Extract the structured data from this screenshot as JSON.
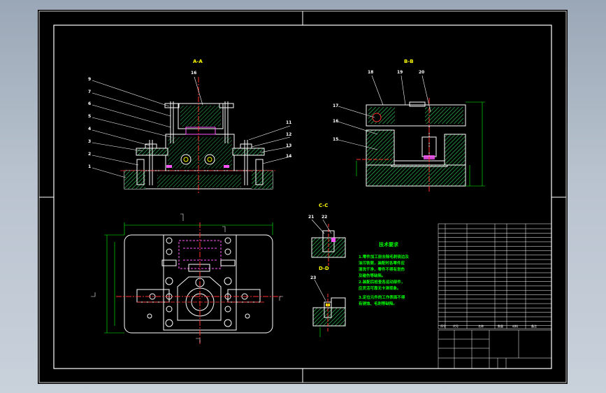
{
  "colors": {
    "background_gradient_top": "#9aa7b6",
    "background_gradient_bottom": "#c9d1db",
    "paper": "#000000",
    "frame": "#ffffff",
    "part_outline": "#ffffff",
    "hatch": "#2fbf5a",
    "center_line": "#ff3030",
    "annotation": "#ffff00",
    "dimension": "#00ff00",
    "leader": "#ffffff",
    "accent": "#ff55ff"
  },
  "sections": {
    "aa": "A-A",
    "bb": "B-B",
    "cc": "C-C",
    "dd": "D-D"
  },
  "callouts": {
    "front_left": [
      "9",
      "7",
      "6",
      "5",
      "4",
      "3",
      "2",
      "1"
    ],
    "front_top": "16",
    "front_right": [
      "11",
      "12",
      "13",
      "14"
    ],
    "side_top": [
      "18",
      "19",
      "20"
    ],
    "side_left": [
      "17",
      "16",
      "15"
    ],
    "cc_top": [
      "21",
      "22"
    ],
    "dd_left": "23"
  },
  "technical_requirements": {
    "title": "技术要求",
    "lines": [
      "1.零件加工前去除毛刺锐边及",
      "油污铁屑，装配时各零件应",
      "清洗干净，零件不得有划伤",
      "及碰伤等缺陷。",
      "2.装配后检查各运动部件，",
      "应灵活可靠无卡滞现象。",
      "3.定位元件的工作表面不得",
      "有锈蚀、毛刺等缺陷。"
    ]
  },
  "bom": {
    "headers": [
      "序号",
      "代号",
      "名称",
      "数量",
      "材料",
      "备注"
    ]
  }
}
